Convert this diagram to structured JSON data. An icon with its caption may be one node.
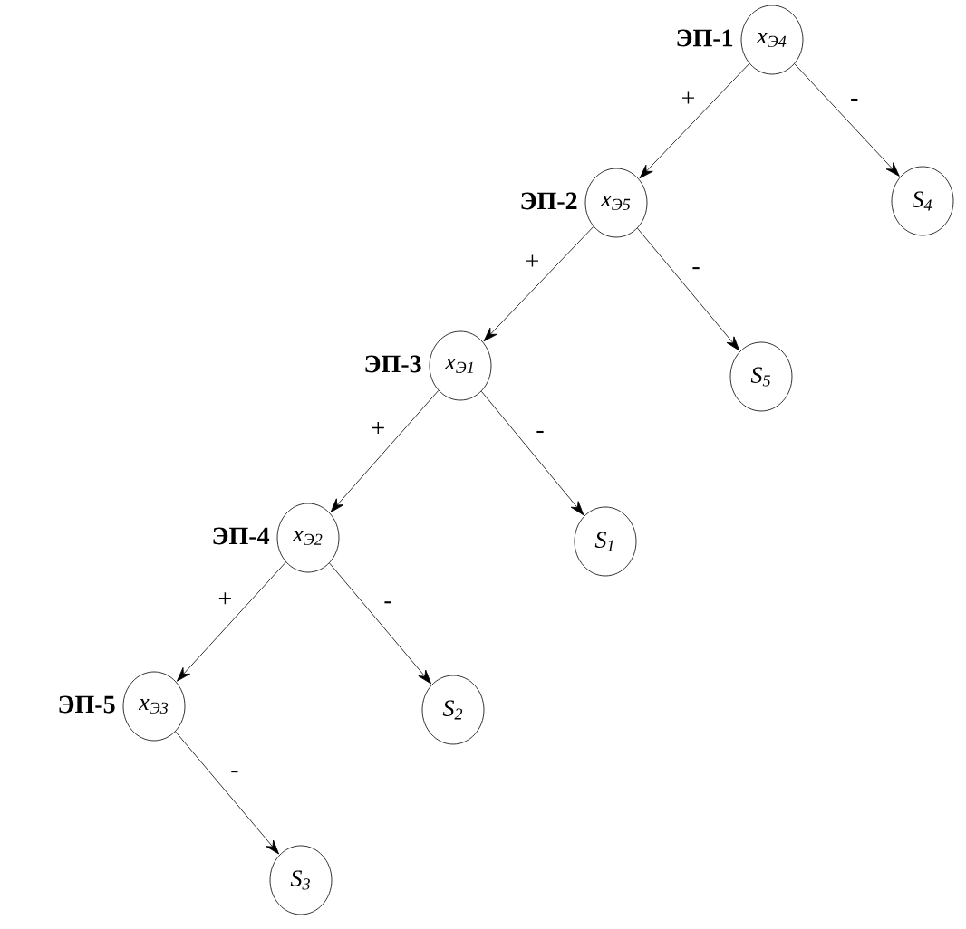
{
  "diagram": {
    "nodes": [
      {
        "text": [
          "x$_{Э4}$"
        ],
        "beside": [
          "ЭП-1"
        ]
      },
      {
        "text": [
          "S$_{4}$"
        ]
      },
      {
        "text": [
          "x$_{Э5}$"
        ],
        "beside": [
          "ЭП-2"
        ]
      },
      {
        "text": [
          "S$_{5}$"
        ]
      },
      {
        "text": [
          "x$_{Э1}$"
        ],
        "beside": [
          "ЭП-3"
        ]
      },
      {
        "text": [
          "S$_{1}$"
        ]
      },
      {
        "text": [
          "x$_{Э2}$"
        ],
        "beside": [
          "ЭП-4"
        ]
      },
      {
        "text": [
          "S$_{2}$"
        ]
      },
      {
        "text": [
          "x$_{Э3}$"
        ],
        "beside": [
          "ЭП-5"
        ]
      },
      {
        "text": [
          "S$_{3}$"
        ]
      }
    ],
    "edges": [
      {
        "from": 0,
        "to": 2,
        "arrow": "to",
        "label": "+"
      },
      {
        "from": 0,
        "to": 1,
        "arrow": "to",
        "label": "-"
      },
      {
        "from": 2,
        "to": 4,
        "arrow": "to",
        "label": "+"
      },
      {
        "from": 2,
        "to": 3,
        "arrow": "to",
        "label": "-"
      },
      {
        "from": 4,
        "to": 6,
        "arrow": "to",
        "label": "+"
      },
      {
        "from": 4,
        "to": 5,
        "arrow": "to",
        "label": "-"
      },
      {
        "from": 6,
        "to": 8,
        "arrow": "to",
        "label": "+"
      },
      {
        "from": 6,
        "to": 7,
        "arrow": "to",
        "label": "-"
      },
      {
        "from": 8,
        "to": 9,
        "arrow": "to",
        "label": "-"
      }
    ]
  }
}
